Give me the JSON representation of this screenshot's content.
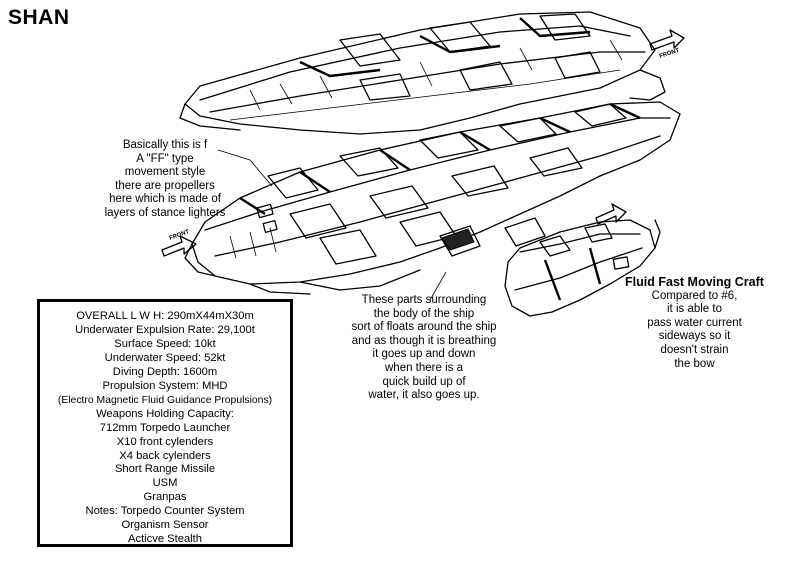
{
  "title": "SHAN",
  "front_label": "FRONT",
  "notes": {
    "left": [
      "Basically this is f",
      "A \"FF\" type",
      "movement style",
      "there are propellers",
      "here which is made of",
      "layers of stance lighters"
    ],
    "middle": [
      "These parts surrounding",
      "the body of the ship",
      "sort of floats around the ship",
      "and as though it is breathing",
      "it goes up and down",
      "when there is a",
      "quick build up of",
      "water, it also goes up."
    ],
    "right": {
      "heading": "Fluid Fast Moving Craft",
      "lines": [
        "Compared to #6,",
        "it is able to",
        "pass water current",
        "sideways so it",
        "doesn't strain",
        "the bow"
      ]
    }
  },
  "specs": [
    "OVERALL L W H: 290mX44mX30m",
    "Underwater Expulsion Rate: 29,100t",
    "Surface Speed: 10kt",
    "Underwater Speed: 52kt",
    "Diving Depth: 1600m",
    "Propulsion System: MHD",
    "(Electro Magnetic Fluid Guidance Propulsions)",
    "Weapons Holding Capacity:",
    "712mm Torpedo Launcher",
    "X10 front cylenders",
    "X4 back cylenders",
    "Short Range Missile",
    "USM",
    "Granpas",
    "Notes: Torpedo Counter System",
    "Organism Sensor",
    "Acticve Stealth"
  ]
}
